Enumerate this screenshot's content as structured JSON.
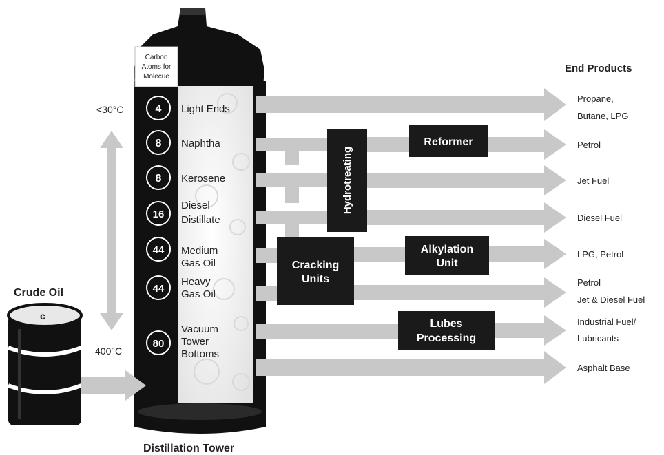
{
  "header": {
    "end_products_title": "End Products"
  },
  "tower": {
    "caption": "Distillation Tower",
    "carbon_header": [
      "Carbon",
      "Atoms for",
      "Molecue"
    ]
  },
  "temperature": {
    "top": "<30°C",
    "bottom": "400°C"
  },
  "feed": {
    "label": "Crude Oil"
  },
  "fractions": [
    {
      "carbon": "4",
      "name": [
        "Light Ends"
      ]
    },
    {
      "carbon": "8",
      "name": [
        "Naphtha"
      ]
    },
    {
      "carbon": "8",
      "name": [
        "Kerosene"
      ]
    },
    {
      "carbon": "16",
      "name": [
        "Diesel",
        "Distillate"
      ]
    },
    {
      "carbon": "44",
      "name": [
        "Medium",
        "Gas Oil"
      ]
    },
    {
      "carbon": "44",
      "name": [
        "Heavy",
        "Gas Oil"
      ]
    },
    {
      "carbon": "80",
      "name": [
        "Vacuum",
        "Tower",
        "Bottoms"
      ]
    }
  ],
  "units": {
    "hydrotreating": "Hydrotreating",
    "reformer": "Reformer",
    "cracking": [
      "Cracking",
      "Units"
    ],
    "alkylation": [
      "Alkylation",
      "Unit"
    ],
    "lubes": [
      "Lubes",
      "Processing"
    ]
  },
  "products": [
    [
      "Propane,",
      "Butane, LPG"
    ],
    [
      "Petrol"
    ],
    [
      "Jet Fuel"
    ],
    [
      "Diesel Fuel"
    ],
    [
      "LPG, Petrol"
    ],
    [
      "Petrol",
      "Jet & Diesel Fuel"
    ],
    [
      "Industrial Fuel/",
      "Lubricants"
    ],
    [
      "Asphalt Base"
    ]
  ],
  "colors": {
    "arrow": "#c8c8c8",
    "box": "#1a1a1a",
    "tower_body": "#f2f2f2",
    "outline": "#111111"
  }
}
